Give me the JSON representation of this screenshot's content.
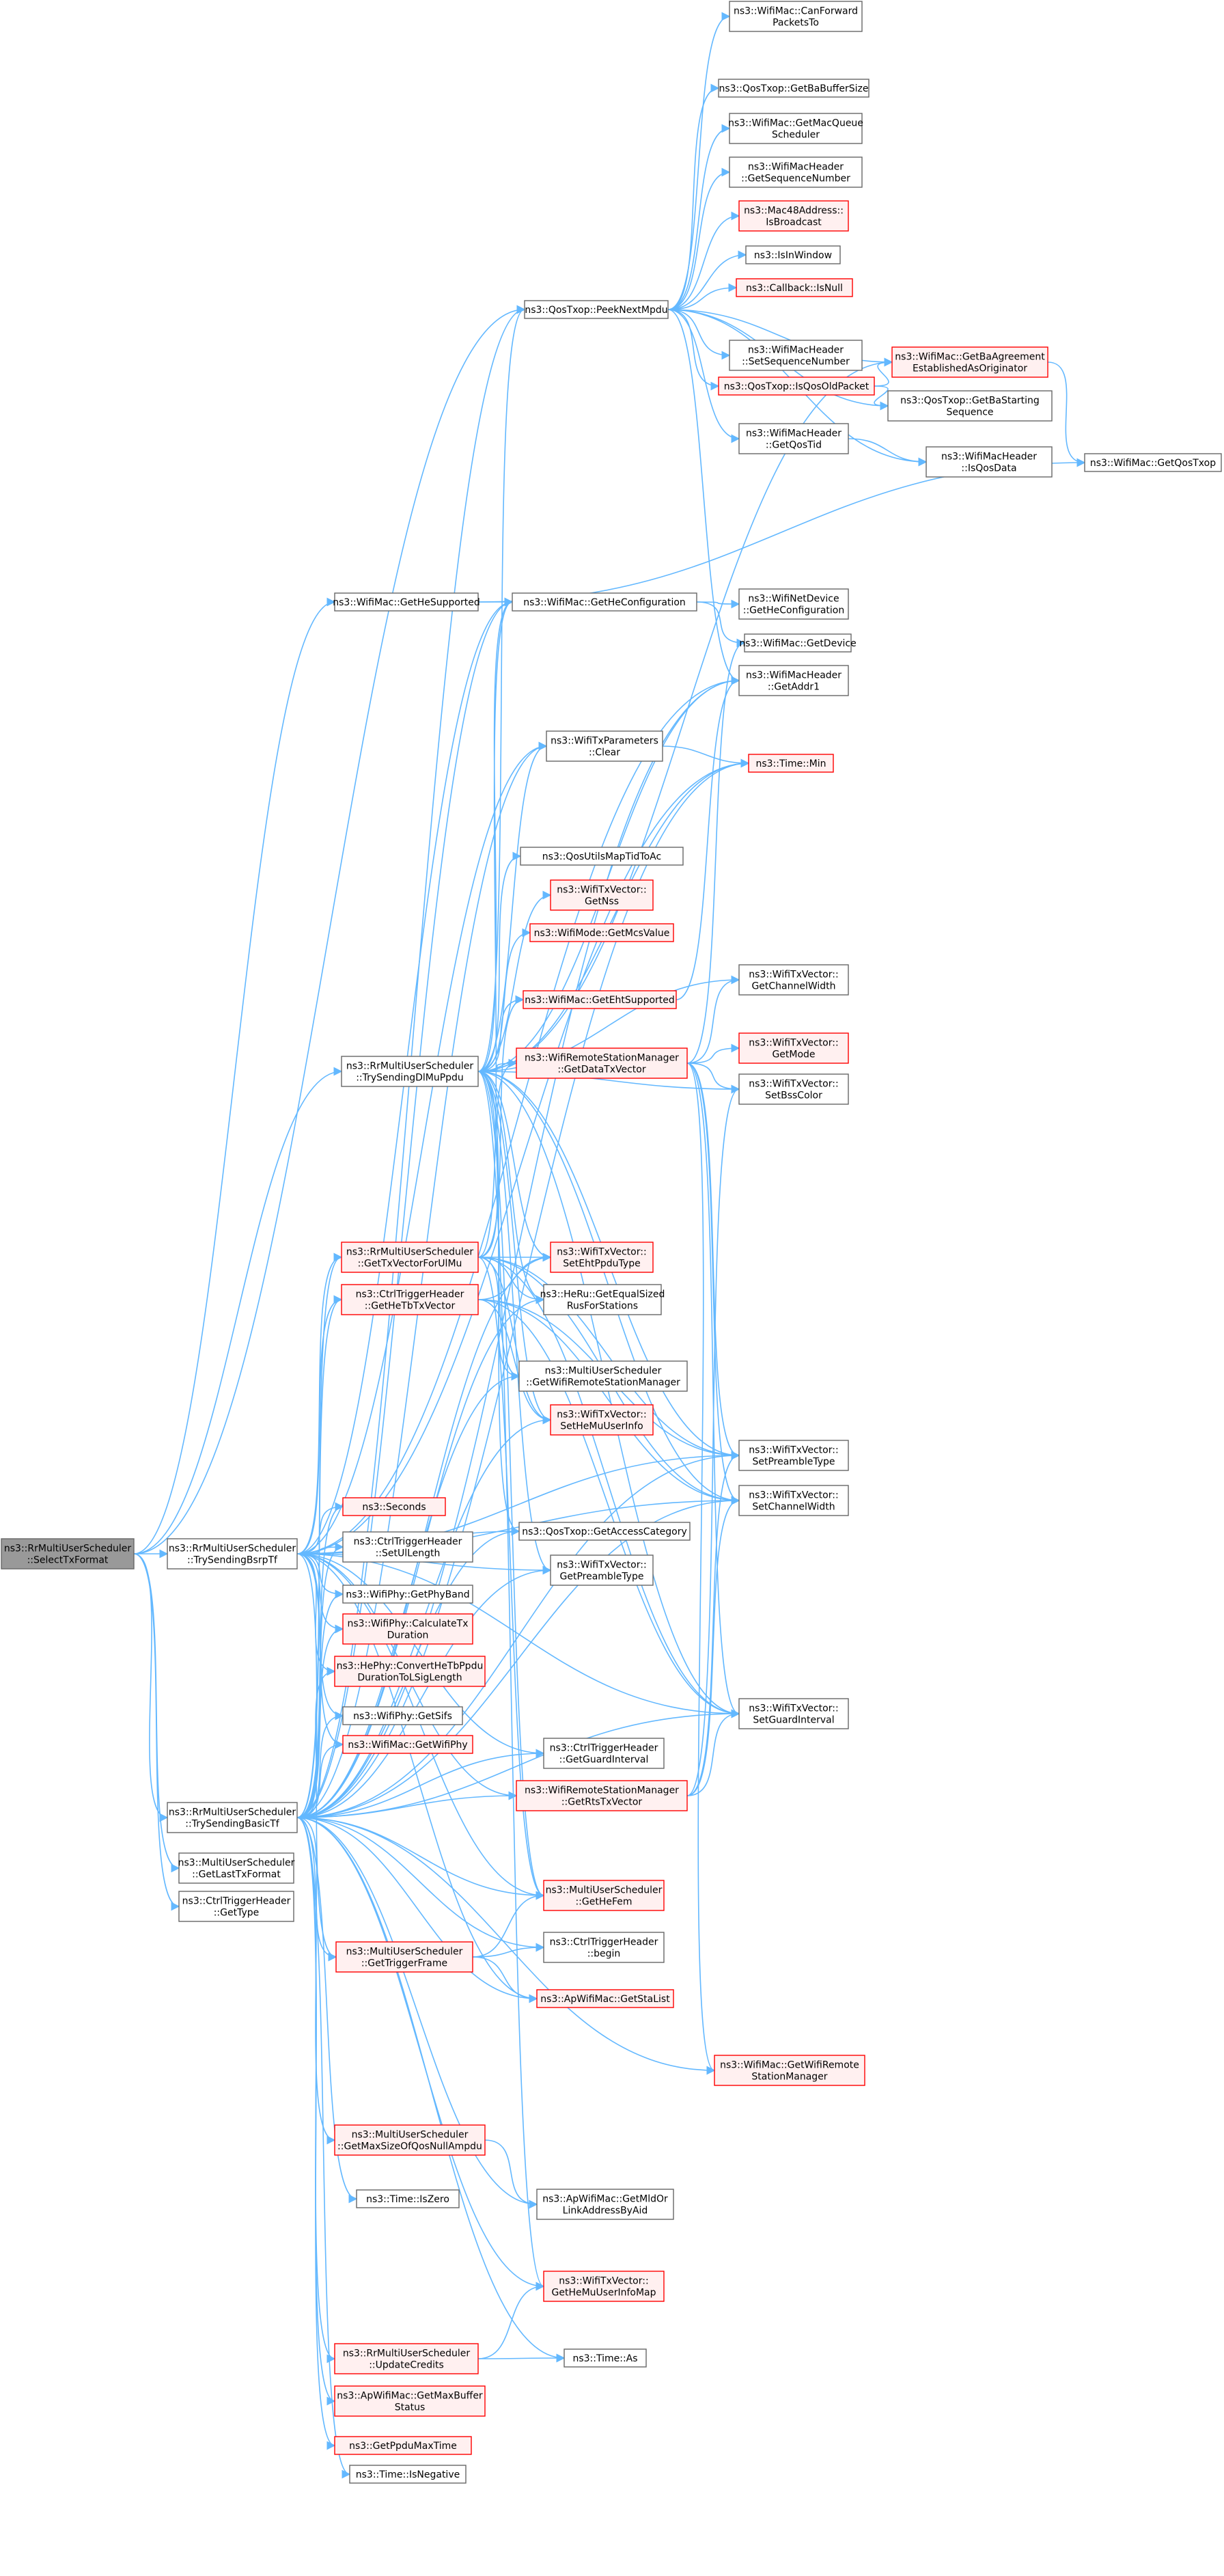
{
  "colors": {
    "edge": "#63b8ff",
    "node_fill": "#ffffff",
    "node_stroke": "#666666",
    "truncated_stroke": "#ff0000",
    "truncated_fill": "#fff0f0",
    "root_fill": "#999999",
    "root_stroke": "#666666"
  },
  "nodes": [
    {
      "id": "selectTx",
      "lines": [
        "ns3::RrMultiUserScheduler",
        "::SelectTxFormat"
      ],
      "style": "root"
    },
    {
      "id": "trySendingBsrpTf",
      "lines": [
        "ns3::RrMultiUserScheduler",
        "::TrySendingBsrpTf"
      ],
      "style": "normal"
    },
    {
      "id": "trySendingBasicTf",
      "lines": [
        "ns3::RrMultiUserScheduler",
        "::TrySendingBasicTf"
      ],
      "style": "normal"
    },
    {
      "id": "getLastTxFormat",
      "lines": [
        "ns3::MultiUserScheduler",
        "::GetLastTxFormat"
      ],
      "style": "normal"
    },
    {
      "id": "ctrlGetType",
      "lines": [
        "ns3::CtrlTriggerHeader",
        "::GetType"
      ],
      "style": "normal"
    },
    {
      "id": "getHeSupported",
      "lines": [
        "ns3::WifiMac::GetHeSupported"
      ],
      "style": "normal"
    },
    {
      "id": "peekNextMpdu",
      "lines": [
        "ns3::QosTxop::PeekNextMpdu"
      ],
      "style": "normal"
    },
    {
      "id": "trySendingDlMuPpdu",
      "lines": [
        "ns3::RrMultiUserScheduler",
        "::TrySendingDlMuPpdu"
      ],
      "style": "normal"
    },
    {
      "id": "getTxVectorForUlMu",
      "lines": [
        "ns3::RrMultiUserScheduler",
        "::GetTxVectorForUlMu"
      ],
      "style": "trunc"
    },
    {
      "id": "getHeTbTxVector",
      "lines": [
        "ns3::CtrlTriggerHeader",
        "::GetHeTbTxVector"
      ],
      "style": "trunc"
    },
    {
      "id": "seconds",
      "lines": [
        "ns3::Seconds"
      ],
      "style": "trunc"
    },
    {
      "id": "setUlLength",
      "lines": [
        "ns3::CtrlTriggerHeader",
        "::SetUlLength"
      ],
      "style": "normal"
    },
    {
      "id": "getPhyBand",
      "lines": [
        "ns3::WifiPhy::GetPhyBand"
      ],
      "style": "normal"
    },
    {
      "id": "calcTxDuration",
      "lines": [
        "ns3::WifiPhy::CalculateTx",
        "Duration"
      ],
      "style": "trunc"
    },
    {
      "id": "convertHeTb",
      "lines": [
        "ns3::HePhy::ConvertHeTbPpdu",
        "DurationToLSigLength"
      ],
      "style": "trunc"
    },
    {
      "id": "getSifs",
      "lines": [
        "ns3::WifiPhy::GetSifs"
      ],
      "style": "normal"
    },
    {
      "id": "getWifiPhy",
      "lines": [
        "ns3::WifiMac::GetWifiPhy"
      ],
      "style": "trunc"
    },
    {
      "id": "getTriggerFrame",
      "lines": [
        "ns3::MultiUserScheduler",
        "::GetTriggerFrame"
      ],
      "style": "trunc"
    },
    {
      "id": "getMaxSizeQosNull",
      "lines": [
        "ns3::MultiUserScheduler",
        "::GetMaxSizeOfQosNullAmpdu"
      ],
      "style": "trunc"
    },
    {
      "id": "timeIsZero",
      "lines": [
        "ns3::Time::IsZero"
      ],
      "style": "normal"
    },
    {
      "id": "updateCredits",
      "lines": [
        "ns3::RrMultiUserScheduler",
        "::UpdateCredits"
      ],
      "style": "trunc"
    },
    {
      "id": "getMaxBufferStatus",
      "lines": [
        "ns3::ApWifiMac::GetMaxBuffer",
        "Status"
      ],
      "style": "trunc"
    },
    {
      "id": "getPpduMaxTime",
      "lines": [
        "ns3::GetPpduMaxTime"
      ],
      "style": "trunc"
    },
    {
      "id": "timeIsNegative",
      "lines": [
        "ns3::Time::IsNegative"
      ],
      "style": "normal"
    },
    {
      "id": "getHeConfiguration",
      "lines": [
        "ns3::WifiMac::GetHeConfiguration"
      ],
      "style": "normal"
    },
    {
      "id": "txParamsClear",
      "lines": [
        "ns3::WifiTxParameters",
        "::Clear"
      ],
      "style": "normal"
    },
    {
      "id": "qosUtilsMapTid",
      "lines": [
        "ns3::QosUtilsMapTidToAc"
      ],
      "style": "normal"
    },
    {
      "id": "getNss",
      "lines": [
        "ns3::WifiTxVector::",
        "GetNss"
      ],
      "style": "trunc"
    },
    {
      "id": "getMcsValue",
      "lines": [
        "ns3::WifiMode::GetMcsValue"
      ],
      "style": "trunc"
    },
    {
      "id": "getEhtSupported",
      "lines": [
        "ns3::WifiMac::GetEhtSupported"
      ],
      "style": "trunc"
    },
    {
      "id": "getDataTxVector",
      "lines": [
        "ns3::WifiRemoteStationManager",
        "::GetDataTxVector"
      ],
      "style": "trunc"
    },
    {
      "id": "setEhtPpduType",
      "lines": [
        "ns3::WifiTxVector::",
        "SetEhtPpduType"
      ],
      "style": "trunc"
    },
    {
      "id": "getEqualSizedRus",
      "lines": [
        "ns3::HeRu::GetEqualSized",
        "RusForStations"
      ],
      "style": "normal"
    },
    {
      "id": "getWifiRsm",
      "lines": [
        "ns3::MultiUserScheduler",
        "::GetWifiRemoteStationManager"
      ],
      "style": "normal"
    },
    {
      "id": "setHeMuUserInfo",
      "lines": [
        "ns3::WifiTxVector::",
        "SetHeMuUserInfo"
      ],
      "style": "trunc"
    },
    {
      "id": "getAccessCategory",
      "lines": [
        "ns3::QosTxop::GetAccessCategory"
      ],
      "style": "normal"
    },
    {
      "id": "getPreambleType",
      "lines": [
        "ns3::WifiTxVector::",
        "GetPreambleType"
      ],
      "style": "normal"
    },
    {
      "id": "getGuardInterval",
      "lines": [
        "ns3::CtrlTriggerHeader",
        "::GetGuardInterval"
      ],
      "style": "normal"
    },
    {
      "id": "getRtsTxVector",
      "lines": [
        "ns3::WifiRemoteStationManager",
        "::GetRtsTxVector"
      ],
      "style": "trunc"
    },
    {
      "id": "getHeFem",
      "lines": [
        "ns3::MultiUserScheduler",
        "::GetHeFem"
      ],
      "style": "trunc"
    },
    {
      "id": "ctrlBegin",
      "lines": [
        "ns3::CtrlTriggerHeader",
        "::begin"
      ],
      "style": "normal"
    },
    {
      "id": "getStaList",
      "lines": [
        "ns3::ApWifiMac::GetStaList"
      ],
      "style": "trunc"
    },
    {
      "id": "getMldOrLink",
      "lines": [
        "ns3::ApWifiMac::GetMldOr",
        "LinkAddressByAid"
      ],
      "style": "normal"
    },
    {
      "id": "getHeMuUserInfoMap",
      "lines": [
        "ns3::WifiTxVector::",
        "GetHeMuUserInfoMap"
      ],
      "style": "trunc"
    },
    {
      "id": "timeAs",
      "lines": [
        "ns3::Time::As"
      ],
      "style": "normal"
    },
    {
      "id": "canForwardPacketsTo",
      "lines": [
        "ns3::WifiMac::CanForward",
        "PacketsTo"
      ],
      "style": "normal"
    },
    {
      "id": "getBaBufferSize",
      "lines": [
        "ns3::QosTxop::GetBaBufferSize"
      ],
      "style": "normal"
    },
    {
      "id": "getMacQueueScheduler",
      "lines": [
        "ns3::WifiMac::GetMacQueue",
        "Scheduler"
      ],
      "style": "normal"
    },
    {
      "id": "getSequenceNumber",
      "lines": [
        "ns3::WifiMacHeader",
        "::GetSequenceNumber"
      ],
      "style": "normal"
    },
    {
      "id": "isBroadcast",
      "lines": [
        "ns3::Mac48Address::",
        "IsBroadcast"
      ],
      "style": "trunc"
    },
    {
      "id": "isInWindow",
      "lines": [
        "ns3::IsInWindow"
      ],
      "style": "normal"
    },
    {
      "id": "callbackIsNull",
      "lines": [
        "ns3::Callback::IsNull"
      ],
      "style": "trunc"
    },
    {
      "id": "setSequenceNumber",
      "lines": [
        "ns3::WifiMacHeader",
        "::SetSequenceNumber"
      ],
      "style": "normal"
    },
    {
      "id": "isQosOldPacket",
      "lines": [
        "ns3::QosTxop::IsQosOldPacket"
      ],
      "style": "trunc"
    },
    {
      "id": "getQosTid",
      "lines": [
        "ns3::WifiMacHeader",
        "::GetQosTid"
      ],
      "style": "normal"
    },
    {
      "id": "getBaAgreement",
      "lines": [
        "ns3::WifiMac::GetBaAgreement",
        "EstablishedAsOriginator"
      ],
      "style": "trunc"
    },
    {
      "id": "getBaStartingSeq",
      "lines": [
        "ns3::QosTxop::GetBaStarting",
        "Sequence"
      ],
      "style": "normal"
    },
    {
      "id": "isQosData",
      "lines": [
        "ns3::WifiMacHeader",
        "::IsQosData"
      ],
      "style": "normal"
    },
    {
      "id": "getQosTxop",
      "lines": [
        "ns3::WifiMac::GetQosTxop"
      ],
      "style": "normal"
    },
    {
      "id": "getHeConfigDevice",
      "lines": [
        "ns3::WifiNetDevice",
        "::GetHeConfiguration"
      ],
      "style": "normal"
    },
    {
      "id": "getDevice",
      "lines": [
        "ns3::WifiMac::GetDevice"
      ],
      "style": "normal"
    },
    {
      "id": "getAddr1",
      "lines": [
        "ns3::WifiMacHeader",
        "::GetAddr1"
      ],
      "style": "normal"
    },
    {
      "id": "timeMin",
      "lines": [
        "ns3::Time::Min"
      ],
      "style": "trunc"
    },
    {
      "id": "getChannelWidth",
      "lines": [
        "ns3::WifiTxVector::",
        "GetChannelWidth"
      ],
      "style": "normal"
    },
    {
      "id": "getMode",
      "lines": [
        "ns3::WifiTxVector::",
        "GetMode"
      ],
      "style": "trunc"
    },
    {
      "id": "setBssColor",
      "lines": [
        "ns3::WifiTxVector::",
        "SetBssColor"
      ],
      "style": "normal"
    },
    {
      "id": "setPreambleType",
      "lines": [
        "ns3::WifiTxVector::",
        "SetPreambleType"
      ],
      "style": "normal"
    },
    {
      "id": "setChannelWidth",
      "lines": [
        "ns3::WifiTxVector::",
        "SetChannelWidth"
      ],
      "style": "normal"
    },
    {
      "id": "setGuardInterval",
      "lines": [
        "ns3::WifiTxVector::",
        "SetGuardInterval"
      ],
      "style": "normal"
    },
    {
      "id": "getWifiRsmMac",
      "lines": [
        "ns3::WifiMac::GetWifiRemote",
        "StationManager"
      ],
      "style": "trunc"
    }
  ],
  "edges": [
    [
      "selectTx",
      "trySendingBsrpTf"
    ],
    [
      "selectTx",
      "trySendingBasicTf"
    ],
    [
      "selectTx",
      "getLastTxFormat"
    ],
    [
      "selectTx",
      "ctrlGetType"
    ],
    [
      "selectTx",
      "getHeSupported"
    ],
    [
      "selectTx",
      "peekNextMpdu"
    ],
    [
      "selectTx",
      "trySendingDlMuPpdu"
    ],
    [
      "trySendingBsrpTf",
      "getTxVectorForUlMu"
    ],
    [
      "trySendingBsrpTf",
      "getHeTbTxVector"
    ],
    [
      "trySendingBsrpTf",
      "seconds"
    ],
    [
      "trySendingBsrpTf",
      "setUlLength"
    ],
    [
      "trySendingBsrpTf",
      "getPhyBand"
    ],
    [
      "trySendingBsrpTf",
      "calcTxDuration"
    ],
    [
      "trySendingBsrpTf",
      "convertHeTb"
    ],
    [
      "trySendingBsrpTf",
      "getSifs"
    ],
    [
      "trySendingBsrpTf",
      "getWifiPhy"
    ],
    [
      "trySendingBsrpTf",
      "txParamsClear"
    ],
    [
      "trySendingBsrpTf",
      "timeMin"
    ],
    [
      "trySendingBsrpTf",
      "getHeConfiguration"
    ],
    [
      "trySendingBsrpTf",
      "getAccessCategory"
    ],
    [
      "trySendingBsrpTf",
      "getPreambleType"
    ],
    [
      "trySendingBsrpTf",
      "getGuardInterval"
    ],
    [
      "trySendingBsrpTf",
      "getRtsTxVector"
    ],
    [
      "trySendingBsrpTf",
      "getHeFem"
    ],
    [
      "trySendingBsrpTf",
      "getStaList"
    ],
    [
      "trySendingBsrpTf",
      "setPreambleType"
    ],
    [
      "trySendingBsrpTf",
      "setChannelWidth"
    ],
    [
      "trySendingBsrpTf",
      "setGuardInterval"
    ],
    [
      "trySendingBsrpTf",
      "getTriggerFrame"
    ],
    [
      "trySendingBsrpTf",
      "getAddr1"
    ],
    [
      "trySendingBasicTf",
      "getTxVectorForUlMu"
    ],
    [
      "trySendingBasicTf",
      "getHeTbTxVector"
    ],
    [
      "trySendingBasicTf",
      "seconds"
    ],
    [
      "trySendingBasicTf",
      "setUlLength"
    ],
    [
      "trySendingBasicTf",
      "getPhyBand"
    ],
    [
      "trySendingBasicTf",
      "calcTxDuration"
    ],
    [
      "trySendingBasicTf",
      "convertHeTb"
    ],
    [
      "trySendingBasicTf",
      "getSifs"
    ],
    [
      "trySendingBasicTf",
      "getWifiPhy"
    ],
    [
      "trySendingBasicTf",
      "getTriggerFrame"
    ],
    [
      "trySendingBasicTf",
      "getMaxSizeQosNull"
    ],
    [
      "trySendingBasicTf",
      "timeIsZero"
    ],
    [
      "trySendingBasicTf",
      "updateCredits"
    ],
    [
      "trySendingBasicTf",
      "getMaxBufferStatus"
    ],
    [
      "trySendingBasicTf",
      "getPpduMaxTime"
    ],
    [
      "trySendingBasicTf",
      "timeIsNegative"
    ],
    [
      "trySendingBasicTf",
      "getHeConfiguration"
    ],
    [
      "trySendingBasicTf",
      "txParamsClear"
    ],
    [
      "trySendingBasicTf",
      "timeMin"
    ],
    [
      "trySendingBasicTf",
      "getAddr1"
    ],
    [
      "trySendingBasicTf",
      "peekNextMpdu"
    ],
    [
      "trySendingBasicTf",
      "getAccessCategory"
    ],
    [
      "trySendingBasicTf",
      "getPreambleType"
    ],
    [
      "trySendingBasicTf",
      "getGuardInterval"
    ],
    [
      "trySendingBasicTf",
      "getRtsTxVector"
    ],
    [
      "trySendingBasicTf",
      "getHeFem"
    ],
    [
      "trySendingBasicTf",
      "ctrlBegin"
    ],
    [
      "trySendingBasicTf",
      "getStaList"
    ],
    [
      "trySendingBasicTf",
      "getMldOrLink"
    ],
    [
      "trySendingBasicTf",
      "getHeMuUserInfoMap"
    ],
    [
      "trySendingBasicTf",
      "timeAs"
    ],
    [
      "trySendingBasicTf",
      "getWifiRsmMac"
    ],
    [
      "trySendingBasicTf",
      "setGuardInterval"
    ],
    [
      "trySendingBasicTf",
      "setChannelWidth"
    ],
    [
      "trySendingBasicTf",
      "setPreambleType"
    ],
    [
      "trySendingBasicTf",
      "getWifiRsm"
    ],
    [
      "trySendingBasicTf",
      "setHeMuUserInfo"
    ],
    [
      "trySendingBasicTf",
      "getEqualSizedRus"
    ],
    [
      "trySendingBasicTf",
      "setEhtPpduType"
    ],
    [
      "trySendingDlMuPpdu",
      "peekNextMpdu"
    ],
    [
      "trySendingDlMuPpdu",
      "getHeConfiguration"
    ],
    [
      "trySendingDlMuPpdu",
      "txParamsClear"
    ],
    [
      "trySendingDlMuPpdu",
      "timeMin"
    ],
    [
      "trySendingDlMuPpdu",
      "qosUtilsMapTid"
    ],
    [
      "trySendingDlMuPpdu",
      "getNss"
    ],
    [
      "trySendingDlMuPpdu",
      "getMcsValue"
    ],
    [
      "trySendingDlMuPpdu",
      "getEhtSupported"
    ],
    [
      "trySendingDlMuPpdu",
      "getDataTxVector"
    ],
    [
      "trySendingDlMuPpdu",
      "setEhtPpduType"
    ],
    [
      "trySendingDlMuPpdu",
      "getEqualSizedRus"
    ],
    [
      "trySendingDlMuPpdu",
      "getWifiRsm"
    ],
    [
      "trySendingDlMuPpdu",
      "setHeMuUserInfo"
    ],
    [
      "trySendingDlMuPpdu",
      "getAccessCategory"
    ],
    [
      "trySendingDlMuPpdu",
      "getPreambleType"
    ],
    [
      "trySendingDlMuPpdu",
      "getChannelWidth"
    ],
    [
      "trySendingDlMuPpdu",
      "setBssColor"
    ],
    [
      "trySendingDlMuPpdu",
      "setPreambleType"
    ],
    [
      "trySendingDlMuPpdu",
      "setChannelWidth"
    ],
    [
      "trySendingDlMuPpdu",
      "setGuardInterval"
    ],
    [
      "trySendingDlMuPpdu",
      "getHeFem"
    ],
    [
      "trySendingDlMuPpdu",
      "getHeMuUserInfoMap"
    ],
    [
      "trySendingDlMuPpdu",
      "getAddr1"
    ],
    [
      "trySendingDlMuPpdu",
      "getBaAgreement"
    ],
    [
      "getTxVectorForUlMu",
      "getHeConfiguration"
    ],
    [
      "getTxVectorForUlMu",
      "getEhtSupported"
    ],
    [
      "getTxVectorForUlMu",
      "getDataTxVector"
    ],
    [
      "getTxVectorForUlMu",
      "setEhtPpduType"
    ],
    [
      "getTxVectorForUlMu",
      "getEqualSizedRus"
    ],
    [
      "getTxVectorForUlMu",
      "getWifiRsm"
    ],
    [
      "getTxVectorForUlMu",
      "setHeMuUserInfo"
    ],
    [
      "getTxVectorForUlMu",
      "setPreambleType"
    ],
    [
      "getTxVectorForUlMu",
      "setChannelWidth"
    ],
    [
      "getTxVectorForUlMu",
      "setGuardInterval"
    ],
    [
      "getTxVectorForUlMu",
      "getHeFem"
    ],
    [
      "getHeTbTxVector",
      "setPreambleType"
    ],
    [
      "getHeTbTxVector",
      "setChannelWidth"
    ],
    [
      "getHeTbTxVector",
      "setGuardInterval"
    ],
    [
      "getHeTbTxVector",
      "setHeMuUserInfo"
    ],
    [
      "getHeTbTxVector",
      "setEhtPpduType"
    ],
    [
      "getTriggerFrame",
      "getHeFem"
    ],
    [
      "getTriggerFrame",
      "ctrlBegin"
    ],
    [
      "getTriggerFrame",
      "getStaList"
    ],
    [
      "getMaxSizeQosNull",
      "getMldOrLink"
    ],
    [
      "updateCredits",
      "getHeMuUserInfoMap"
    ],
    [
      "updateCredits",
      "timeAs"
    ],
    [
      "getHeSupported",
      "getHeConfiguration"
    ],
    [
      "getHeSupported",
      "getQosTxop"
    ],
    [
      "getHeConfiguration",
      "getHeConfigDevice"
    ],
    [
      "getHeConfiguration",
      "getDevice"
    ],
    [
      "txParamsClear",
      "timeMin"
    ],
    [
      "getEhtSupported",
      "getAddr1"
    ],
    [
      "getDataTxVector",
      "getChannelWidth"
    ],
    [
      "getDataTxVector",
      "getMode"
    ],
    [
      "getDataTxVector",
      "setBssColor"
    ],
    [
      "getDataTxVector",
      "setPreambleType"
    ],
    [
      "getDataTxVector",
      "setChannelWidth"
    ],
    [
      "getDataTxVector",
      "setGuardInterval"
    ],
    [
      "getDataTxVector",
      "getDevice"
    ],
    [
      "getDataTxVector",
      "getWifiRsmMac"
    ],
    [
      "getRtsTxVector",
      "setPreambleType"
    ],
    [
      "getRtsTxVector",
      "setChannelWidth"
    ],
    [
      "getRtsTxVector",
      "setGuardInterval"
    ],
    [
      "getRtsTxVector",
      "setBssColor"
    ],
    [
      "peekNextMpdu",
      "canForwardPacketsTo"
    ],
    [
      "peekNextMpdu",
      "getBaBufferSize"
    ],
    [
      "peekNextMpdu",
      "getMacQueueScheduler"
    ],
    [
      "peekNextMpdu",
      "getSequenceNumber"
    ],
    [
      "peekNextMpdu",
      "isBroadcast"
    ],
    [
      "peekNextMpdu",
      "isInWindow"
    ],
    [
      "peekNextMpdu",
      "callbackIsNull"
    ],
    [
      "peekNextMpdu",
      "setSequenceNumber"
    ],
    [
      "peekNextMpdu",
      "isQosOldPacket"
    ],
    [
      "peekNextMpdu",
      "getQosTid"
    ],
    [
      "peekNextMpdu",
      "getBaAgreement"
    ],
    [
      "peekNextMpdu",
      "getBaStartingSeq"
    ],
    [
      "peekNextMpdu",
      "isQosData"
    ],
    [
      "peekNextMpdu",
      "getAddr1"
    ],
    [
      "isQosOldPacket",
      "getBaAgreement"
    ],
    [
      "isQosOldPacket",
      "getBaStartingSeq"
    ],
    [
      "getQosTid",
      "isQosData"
    ],
    [
      "getBaAgreement",
      "getQosTxop"
    ]
  ]
}
